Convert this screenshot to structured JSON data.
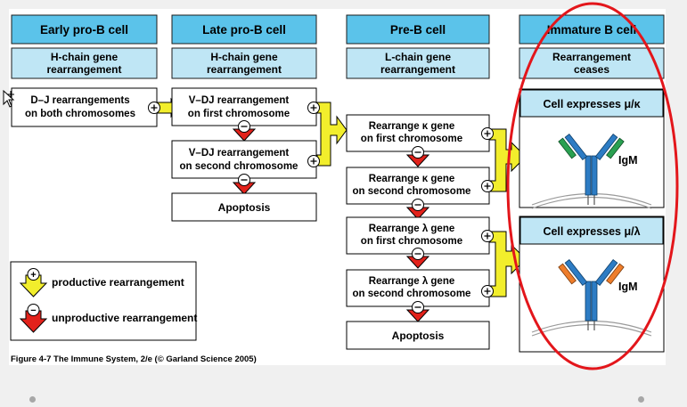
{
  "headers": [
    "Early pro-B cell",
    "Late pro-B cell",
    "Pre-B cell",
    "Immature B cell"
  ],
  "subheaders": [
    [
      "H-chain gene",
      "rearrangement"
    ],
    [
      "H-chain gene",
      "rearrangement"
    ],
    [
      "L-chain gene",
      "rearrangement"
    ],
    [
      "Rearrangement",
      "ceases"
    ]
  ],
  "steps": {
    "early": [
      "D–J rearrangements",
      "on both chromosomes"
    ],
    "late1": [
      "V–DJ rearrangement",
      "on first chromosome"
    ],
    "late2": [
      "V–DJ rearrangement",
      "on second chromosome"
    ],
    "late_apoptosis": "Apoptosis",
    "kappa1": [
      "Rearrange κ gene",
      "on first chromosome"
    ],
    "kappa2": [
      "Rearrange κ gene",
      "on  second chromosome"
    ],
    "lambda1": [
      "Rearrange λ gene",
      "on first chromosome"
    ],
    "lambda2": [
      "Rearrange λ gene",
      "on  second chromosome"
    ],
    "pre_apoptosis": "Apoptosis"
  },
  "results": {
    "kappa": {
      "title": "Cell expresses μ/κ",
      "label": "IgM"
    },
    "lambda": {
      "title": "Cell expresses μ/λ",
      "label": "IgM"
    }
  },
  "legend": {
    "productive": "productive rearrangement",
    "unproductive": "unproductive rearrangement",
    "plus": "+",
    "minus": "−"
  },
  "caption": "Figure 4-7  The Immune System, 2/e (© Garland Science 2005)",
  "colors": {
    "header_fill": "#5bc3ea",
    "subheader_fill": "#bfe6f5",
    "productive_arrow": "#f2ee2c",
    "unproductive_arrow": "#e2221b",
    "heavy_chain": "#2d7cc4",
    "kappa_light": "#2aa051",
    "lambda_light": "#ee7d2b",
    "highlight_ellipse": "#e3161b"
  }
}
